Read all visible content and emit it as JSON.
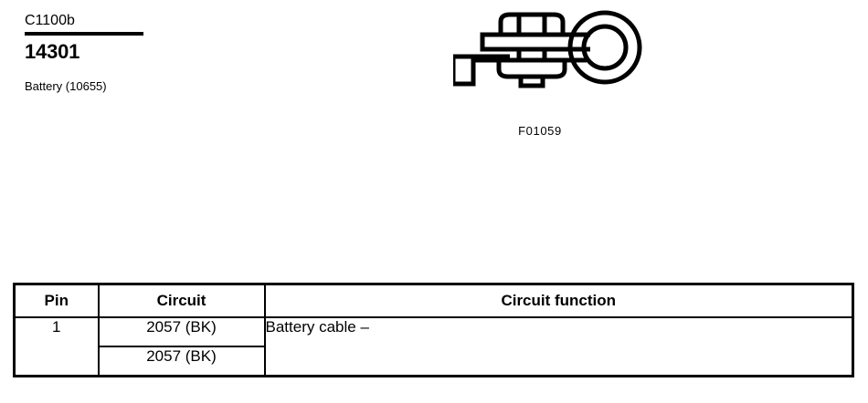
{
  "header": {
    "connector_id": "C1100b",
    "part_number": "14301",
    "component_name": "Battery (10655)"
  },
  "figure": {
    "caption": "F01059",
    "icon": "ring-terminal-battery-lug-icon"
  },
  "table": {
    "columns": [
      "Pin",
      "Circuit",
      "Circuit function"
    ],
    "rows": [
      {
        "pin": "1",
        "circuits": [
          "2057 (BK)",
          "2057 (BK)"
        ],
        "function": "Battery cable –"
      }
    ]
  },
  "colors": {
    "ink": "#000000",
    "paper": "#ffffff"
  }
}
